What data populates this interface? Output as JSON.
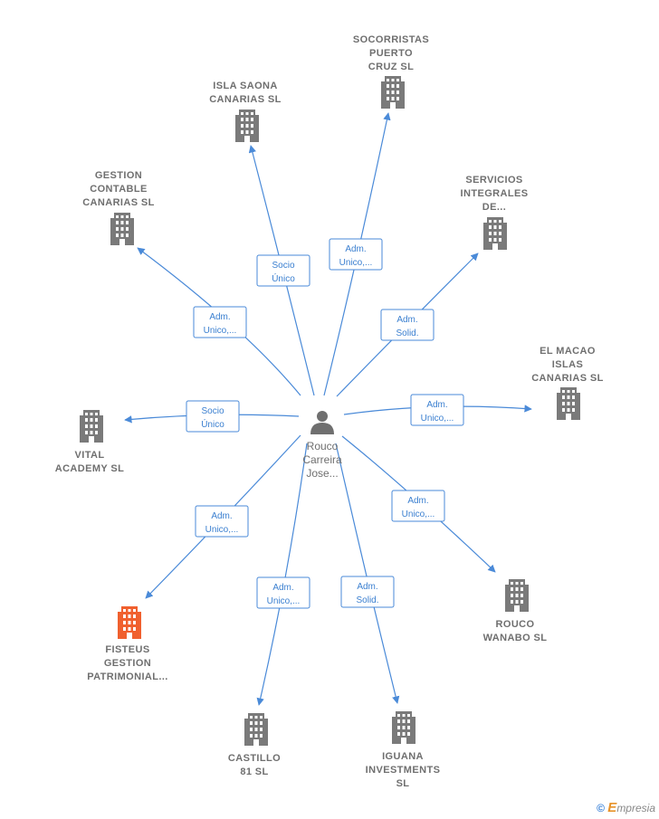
{
  "center": {
    "label_lines": [
      "Rouco",
      "Carreira",
      "Jose..."
    ],
    "icon": "person-icon"
  },
  "colors": {
    "edge": "#4a8ad8",
    "building": "#7a7a7a",
    "building_highlight": "#f0602e"
  },
  "nodes": [
    {
      "id": "socorristas",
      "label_lines": [
        "SOCORRISTAS",
        "PUERTO",
        "CRUZ  SL"
      ],
      "relation_lines": [
        "Adm.",
        "Unico,..."
      ],
      "highlight": false
    },
    {
      "id": "isla-saona",
      "label_lines": [
        "ISLA SAONA",
        "CANARIAS  SL"
      ],
      "relation_lines": [
        "Socio",
        "Único"
      ],
      "highlight": false
    },
    {
      "id": "gestion-contable",
      "label_lines": [
        "GESTION",
        "CONTABLE",
        "CANARIAS  SL"
      ],
      "relation_lines": [
        "Adm.",
        "Unico,..."
      ],
      "highlight": false
    },
    {
      "id": "servicios-integrales",
      "label_lines": [
        "SERVICIOS",
        "INTEGRALES",
        "DE..."
      ],
      "relation_lines": [
        "Adm.",
        "Solid."
      ],
      "highlight": false
    },
    {
      "id": "el-macao",
      "label_lines": [
        "EL MACAO",
        "ISLAS",
        "CANARIAS  SL"
      ],
      "relation_lines": [
        "Adm.",
        "Unico,..."
      ],
      "highlight": false
    },
    {
      "id": "vital-academy",
      "label_lines": [
        "VITAL",
        "ACADEMY  SL"
      ],
      "relation_lines": [
        "Socio",
        "Único"
      ],
      "highlight": false
    },
    {
      "id": "rouco-wanabo",
      "label_lines": [
        "ROUCO",
        "WANABO SL"
      ],
      "relation_lines": [
        "Adm.",
        "Unico,..."
      ],
      "highlight": false
    },
    {
      "id": "fisteus",
      "label_lines": [
        "FISTEUS",
        "GESTION",
        "PATRIMONIAL..."
      ],
      "relation_lines": [
        "Adm.",
        "Unico,..."
      ],
      "highlight": true
    },
    {
      "id": "castillo-81",
      "label_lines": [
        "CASTILLO",
        "81  SL"
      ],
      "relation_lines": [
        "Adm.",
        "Unico,..."
      ],
      "highlight": false
    },
    {
      "id": "iguana",
      "label_lines": [
        "IGUANA",
        "INVESTMENTS",
        "SL"
      ],
      "relation_lines": [
        "Adm.",
        "Solid."
      ],
      "highlight": false
    }
  ],
  "brand": {
    "copyright": "©",
    "first": "E",
    "rest": "mpresia"
  }
}
